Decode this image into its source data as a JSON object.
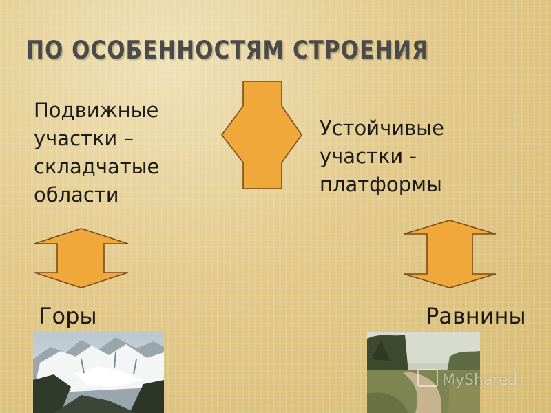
{
  "title": "ПО ОСОБЕННОСТЯМ СТРОЕНИЯ",
  "left_block": {
    "lines": [
      "Подвижные",
      "участки –",
      "складчатые",
      "области"
    ]
  },
  "right_block": {
    "lines": [
      "Устойчивые",
      "участки -",
      "платформы"
    ]
  },
  "bottom_left_label": "Горы",
  "bottom_right_label": "Равнины",
  "images": {
    "left": "mountains-photo",
    "right": "plain-road-photo"
  },
  "watermark": "MyShared",
  "colors": {
    "arrow_fill": "#f0a83a",
    "arrow_stroke": "#7a4a1a",
    "text": "#1a1a1a",
    "title": "#4a4a4a"
  }
}
